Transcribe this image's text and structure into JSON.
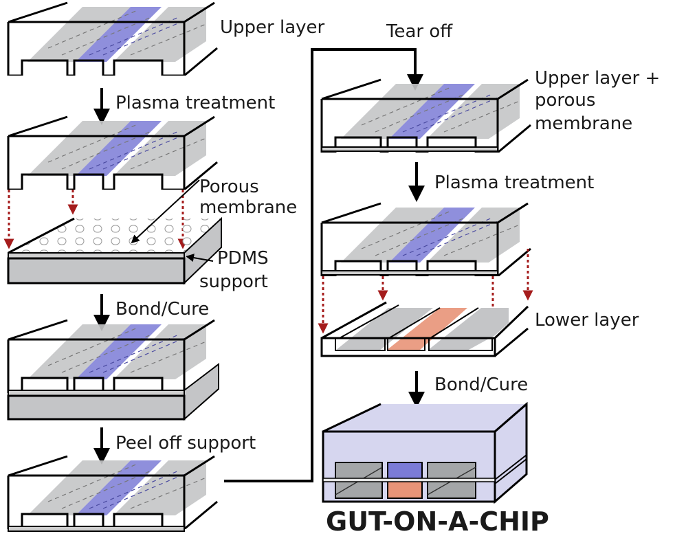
{
  "figure": {
    "title": "GUT-ON-A-CHIP",
    "colors": {
      "channel_gray": "#c4c5c7",
      "upper_channel_blue": "#7b7bd6",
      "lower_channel_red": "#e89478",
      "device_lavender": "#d6d6ef",
      "arrow_red": "#a51c1c",
      "outline": "#000000"
    }
  },
  "left_column": {
    "steps": [
      {
        "label": "Upper layer"
      },
      {
        "label": "Plasma treatment"
      },
      {
        "label": "Porous membrane"
      },
      {
        "label": "PDMS support"
      },
      {
        "label": "Bond/Cure"
      },
      {
        "label": "Peel off support"
      }
    ],
    "porous_membrane_label_lines": [
      "Porous",
      "membrane"
    ],
    "pdms_label_lines": [
      "PDMS",
      "support"
    ]
  },
  "connector": {
    "label": "Tear off"
  },
  "right_column": {
    "upper_plus_membrane_lines": [
      "Upper layer +",
      "porous",
      "membrane"
    ],
    "plasma_label": "Plasma treatment",
    "lower_layer_label": "Lower layer",
    "bond_label": "Bond/Cure"
  }
}
